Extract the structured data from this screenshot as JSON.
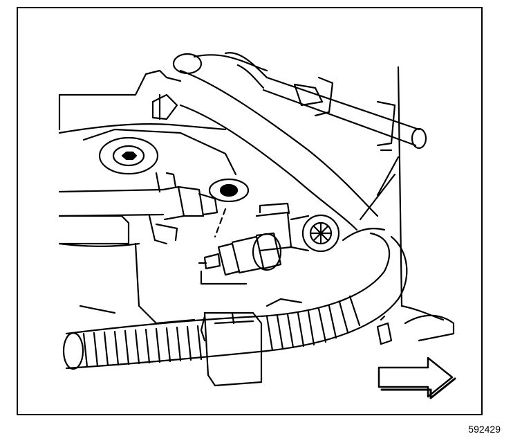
{
  "figure": {
    "id": "592429",
    "line_color": "#000000",
    "background": "#ffffff"
  },
  "callouts": [
    {
      "name": "direction-arrow",
      "shape": "arrow-right"
    }
  ]
}
